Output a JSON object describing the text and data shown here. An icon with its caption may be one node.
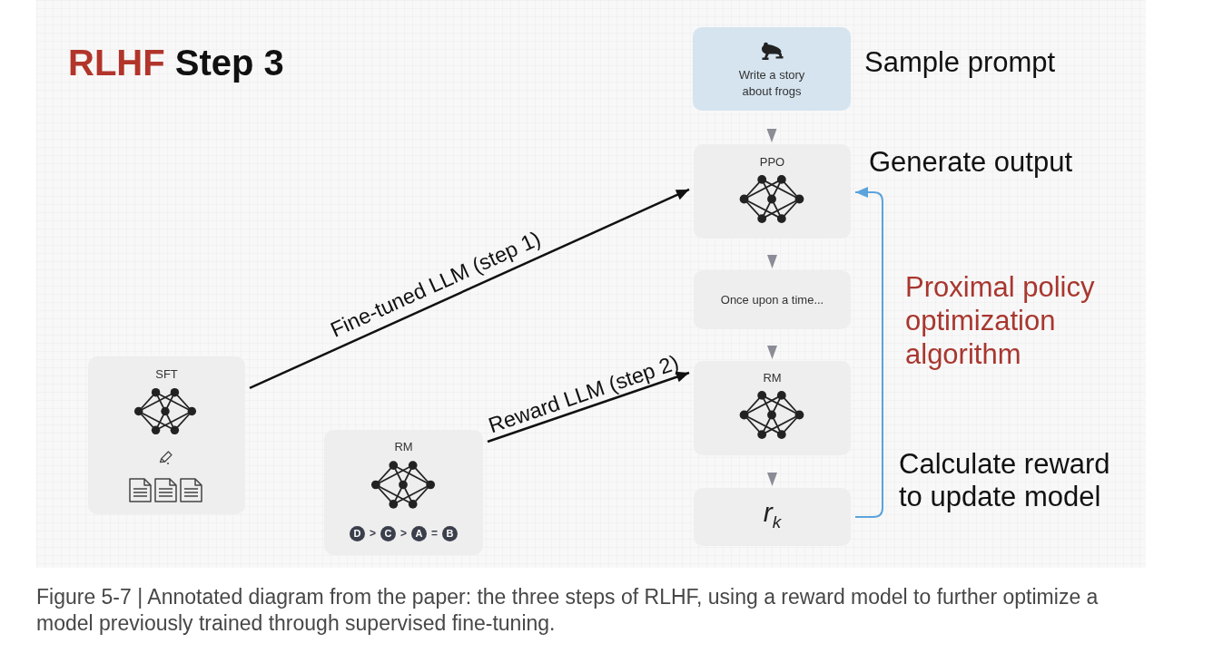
{
  "diagram": {
    "title": "RLHF Step 3",
    "caption": "Figure 5-7 | Annotated diagram from the paper: the three steps of RLHF, using a reward model to further optimize a model previously trained through supervised fine-tuning.",
    "nodes": [
      {
        "text": [
          "SFT"
        ]
      },
      {
        "text": [
          "RM",
          "D",
          ">",
          "C",
          ">",
          "A",
          "=",
          "B"
        ]
      },
      {
        "text": [
          "Write a story about frogs"
        ],
        "beside": [
          "Sample prompt"
        ]
      },
      {
        "text": [
          "PPO"
        ],
        "beside": [
          "Generate output"
        ]
      },
      {
        "text": [
          "Once upon a time..."
        ]
      },
      {
        "text": [
          "RM"
        ]
      },
      {
        "text": [
          "r$_{k}$"
        ],
        "beside": [
          "Calculate reward to update model"
        ]
      }
    ],
    "edges": [
      {
        "from": 2,
        "to": 3,
        "arrow": "to"
      },
      {
        "from": 3,
        "to": 4,
        "arrow": "to"
      },
      {
        "from": 4,
        "to": 5,
        "arrow": "to"
      },
      {
        "from": 5,
        "to": 6,
        "arrow": "to"
      },
      {
        "from": 0,
        "to": 3,
        "arrow": "to",
        "label": "Fine-tuned LLM (step 1)",
        "color": "#111111"
      },
      {
        "from": 1,
        "to": 5,
        "arrow": "to",
        "label": "Reward LLM (step 2)",
        "color": "#111111"
      },
      {
        "from": 6,
        "to": 3,
        "arrow": "to",
        "label": "Proximal policy optimization algorithm",
        "color": "#5ba3dc"
      }
    ]
  }
}
